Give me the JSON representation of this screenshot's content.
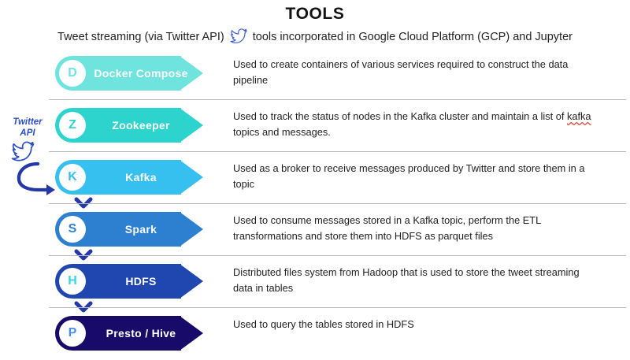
{
  "header": {
    "title": "TOOLS",
    "subtitle_before": "Tweet streaming (via Twitter API)",
    "subtitle_after": "tools incorporated in Google Cloud Platform (GCP) and Jupyter",
    "twitter_icon": "twitter-bird-icon"
  },
  "source": {
    "label_line1": "Twitter",
    "label_line2": "API",
    "icon": "twitter-bird-icon",
    "arrow": "curved-arrow-icon",
    "color": "#2b50c8"
  },
  "colors": {
    "divider": "#b9b9b9",
    "arrow_down": "#2438a8",
    "text": "#1f1f1f",
    "badge_bg": "#ffffff",
    "spellcheck_underline": "#e8453c"
  },
  "rows": [
    {
      "key": "docker-compose",
      "letter": "D",
      "label": "Docker Compose",
      "bar_color": "#6fe3de",
      "letter_color": "#6fe3de",
      "description": "Used to create containers of various services required to construct the data pipeline",
      "desc_line1": "Used to create containers of various services required to construct the data",
      "desc_line2": "pipeline",
      "misspelled": "",
      "has_down_arrow": false
    },
    {
      "key": "zookeeper",
      "letter": "Z",
      "label": "Zookeeper",
      "bar_color": "#2dd4ce",
      "letter_color": "#2dd4ce",
      "description": "Used to track the status of nodes in the Kafka cluster and maintain a list of kafka topics and messages.",
      "desc_line1": "Used to track the status of nodes in the Kafka cluster and maintain a list of ",
      "desc_line1_misspelled": "kafka",
      "desc_line2": "topics and messages.",
      "has_down_arrow": false
    },
    {
      "key": "kafka",
      "letter": "K",
      "label": "Kafka",
      "bar_color": "#35c0f0",
      "letter_color": "#35c0f0",
      "description": "Used as a broker to receive messages produced by Twitter and store them in a topic",
      "desc_line1": "Used as a broker to receive messages produced by Twitter and store them in a",
      "desc_line2": "topic",
      "misspelled": "",
      "has_down_arrow": true
    },
    {
      "key": "spark",
      "letter": "S",
      "label": "Spark",
      "bar_color": "#2d7fd0",
      "letter_color": "#2d7fd0",
      "description": "Used to consume messages stored in a Kafka topic, perform the ETL transformations and store them into HDFS as parquet files",
      "desc_line1": "Used to consume messages stored in a Kafka topic, perform the ETL",
      "desc_line2": "transformations and store them into HDFS as parquet files",
      "misspelled": "",
      "has_down_arrow": true
    },
    {
      "key": "hdfs",
      "letter": "H",
      "label": "HDFS",
      "bar_color": "#2046b0",
      "letter_color": "#3ad3e8",
      "description": "Distributed files system from Hadoop that is used to store the tweet streaming data in tables",
      "desc_line1": "Distributed files system from Hadoop that is used to store the tweet streaming",
      "desc_line2": "data in tables",
      "misspelled": "",
      "has_down_arrow": true
    },
    {
      "key": "presto-hive",
      "letter": "P",
      "label": "Presto / Hive",
      "bar_color": "#180a68",
      "letter_color": "#4a8ff0",
      "description": "Used to query the tables stored in HDFS",
      "desc_line1": "Used to query the tables stored in HDFS",
      "desc_line2": "",
      "misspelled": "",
      "has_down_arrow": false
    }
  ]
}
